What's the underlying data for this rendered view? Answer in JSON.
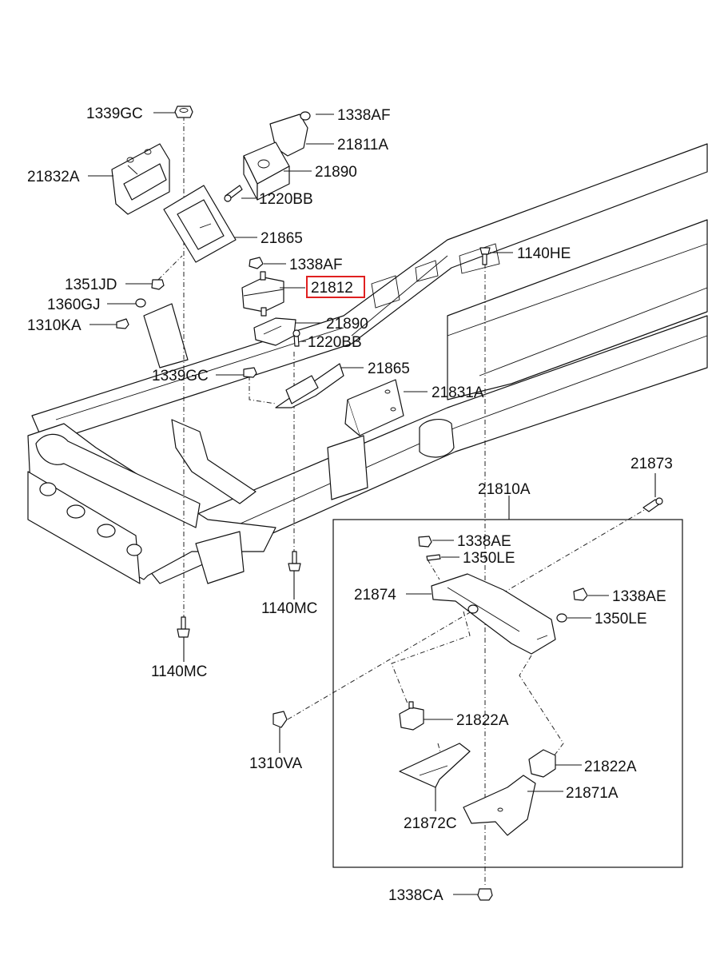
{
  "labels": {
    "p1339GC_top": "1339GC",
    "p1338AF_top": "1338AF",
    "p21811A": "21811A",
    "p21832A": "21832A",
    "p21890_top": "21890",
    "p1220BB_top": "1220BB",
    "p21865_top": "21865",
    "p1338AF_mid": "1338AF",
    "p1140HE": "1140HE",
    "p1351JD": "1351JD",
    "p21812": "21812",
    "p1360GJ": "1360GJ",
    "p1310KA": "1310KA",
    "p21890_mid": "21890",
    "p1220BB_mid": "1220BB",
    "p1339GC_mid": "1339GC",
    "p21865_mid": "21865",
    "p21831A": "21831A",
    "p21873": "21873",
    "p21810A": "21810A",
    "p1338AE_top": "1338AE",
    "p1350LE_top": "1350LE",
    "p21874": "21874",
    "p1338AE_right": "1338AE",
    "p1140MC_mid": "1140MC",
    "p1350LE_right": "1350LE",
    "p1140MC_bottom": "1140MC",
    "p21822A_top": "21822A",
    "p1310VA": "1310VA",
    "p21822A_bottom": "21822A",
    "p21871A": "21871A",
    "p21872C": "21872C",
    "p1338CA": "1338CA"
  },
  "highlight": {
    "part": "21812",
    "color": "#e02020"
  }
}
